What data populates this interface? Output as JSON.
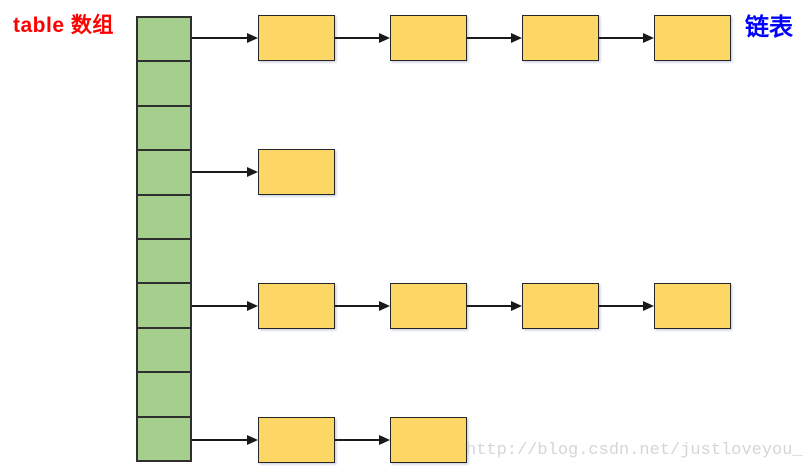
{
  "labels": {
    "array_label": "table 数组",
    "array_label_color": "#ff0000",
    "list_label": "链表",
    "list_label_color": "#0000ff"
  },
  "diagram": {
    "type": "hash-table-with-chains",
    "array": {
      "cell_count": 10,
      "fill_color": "#a6cf8d",
      "border_color": "#2f2f2f"
    },
    "chains": [
      {
        "cell_index": 0,
        "node_count": 4
      },
      {
        "cell_index": 3,
        "node_count": 1
      },
      {
        "cell_index": 6,
        "node_count": 4
      },
      {
        "cell_index": 9,
        "node_count": 2
      }
    ],
    "node": {
      "fill_color": "#fdd765",
      "border_color": "#262626"
    },
    "arrow_color": "#1a1a1a"
  },
  "watermark": {
    "text": "http://blog.csdn.net/justloveyou_",
    "color": "#d6d6d6"
  }
}
